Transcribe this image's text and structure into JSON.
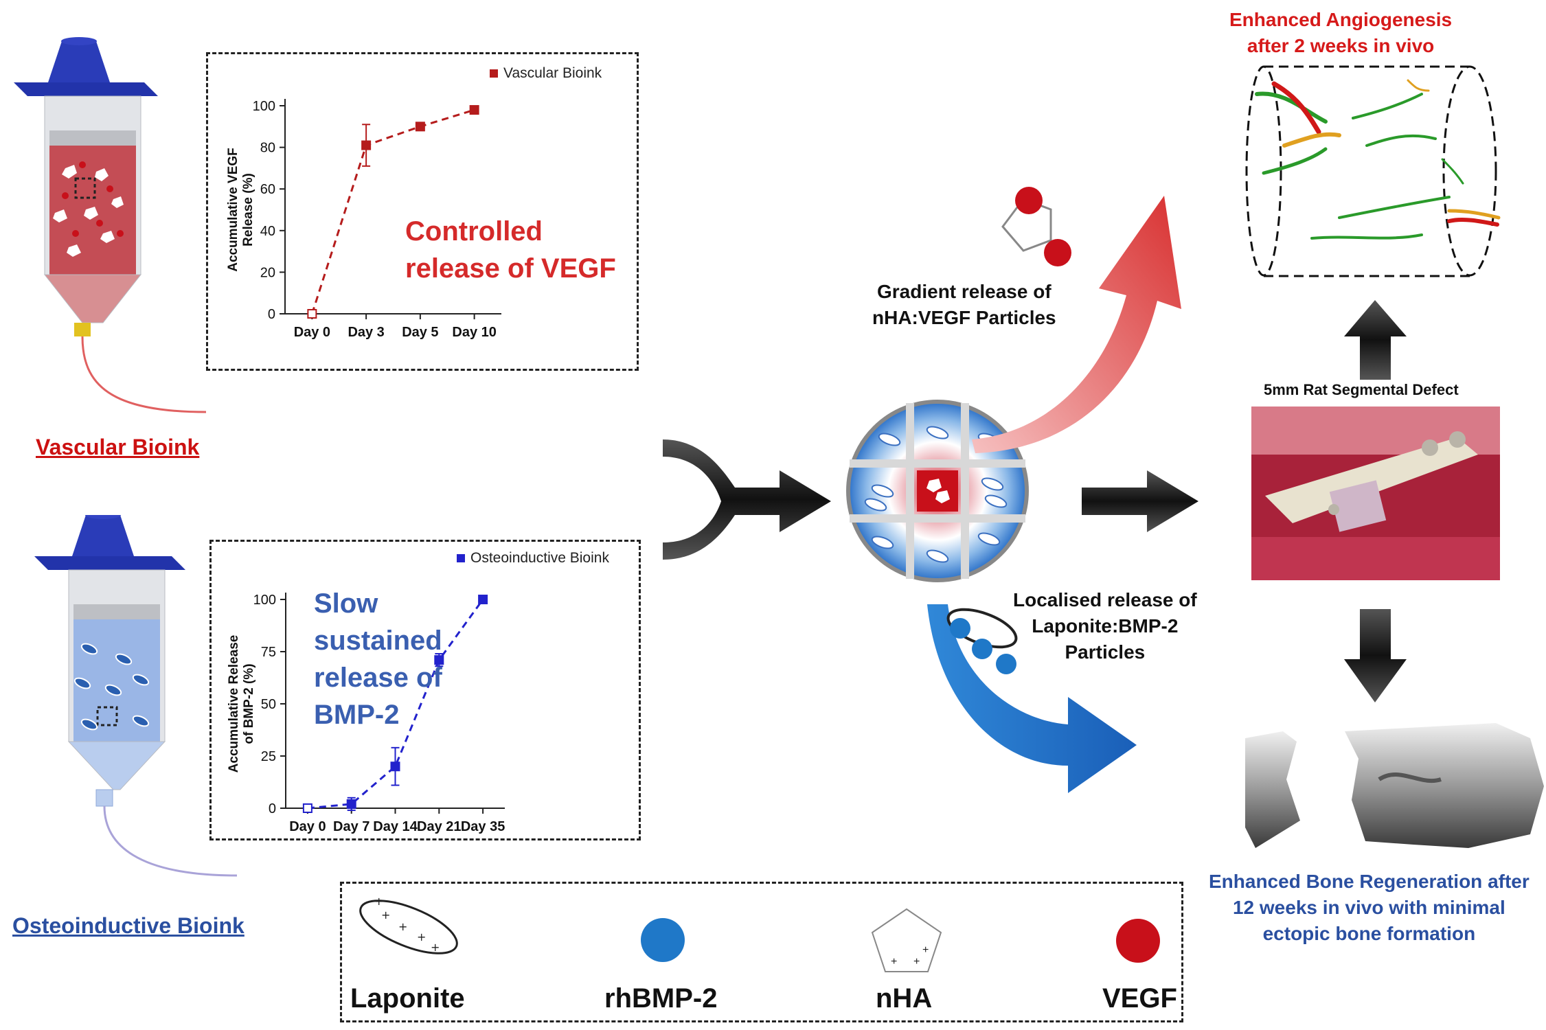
{
  "left": {
    "vascular_title": "Vascular Bioink",
    "osteo_title": "Osteoinductive Bioink"
  },
  "chart_vegf_callout": [
    "Controlled",
    "release of VEGF"
  ],
  "chart_bmp_callout": [
    "Slow",
    "sustained",
    "release of",
    "BMP-2"
  ],
  "center": {
    "gradient_label": [
      "Gradient release of",
      "nHA:VEGF Particles"
    ],
    "localised_label": [
      "Localised release of",
      "Laponite:BMP-2",
      "Particles"
    ]
  },
  "right": {
    "angiogenesis_title": [
      "Enhanced Angiogenesis",
      "after 2 weeks in vivo"
    ],
    "defect_title": "5mm Rat Segmental Defect",
    "bone_title": [
      "Enhanced Bone Regeneration after",
      "12 weeks in vivo with minimal",
      "ectopic bone formation"
    ]
  },
  "legend": {
    "items": [
      {
        "label": "Laponite",
        "icon": "laponite-ring-icon"
      },
      {
        "label": "rhBMP-2",
        "icon": "blue-dot-icon"
      },
      {
        "label": "nHA",
        "icon": "pentagon-icon"
      },
      {
        "label": "VEGF",
        "icon": "red-dot-icon"
      }
    ]
  },
  "colors": {
    "red": "#c8101a",
    "blue": "#1f78c8",
    "vascular_link": "#cc1111",
    "osteo_link": "#2a4fa0"
  },
  "chart_data": [
    {
      "type": "line",
      "series": [
        {
          "name": "Vascular Bioink",
          "values": [
            0,
            81,
            90,
            98
          ],
          "error": [
            0,
            10,
            1,
            1
          ]
        }
      ],
      "categories": [
        "Day 0",
        "Day 3",
        "Day 5",
        "Day 10"
      ],
      "ylabel": "Accumulative VEGF Release (%)",
      "ylim": [
        0,
        100
      ],
      "yticks": [
        0,
        20,
        40,
        60,
        80,
        100
      ],
      "color": "#b51c1c",
      "legend": "top-right",
      "grid": false
    },
    {
      "type": "line",
      "series": [
        {
          "name": "Osteoinductive Bioink",
          "values": [
            0,
            2,
            20,
            71,
            100
          ],
          "error": [
            0,
            3,
            9,
            3,
            0
          ]
        }
      ],
      "categories": [
        "Day 0",
        "Day 7",
        "Day 14",
        "Day 21",
        "Day 35"
      ],
      "ylabel": "Accumulative Release of BMP-2 (%)",
      "ylim": [
        0,
        100
      ],
      "yticks": [
        0,
        25,
        50,
        75,
        100
      ],
      "color": "#2222cc",
      "legend": "top-right",
      "grid": false
    }
  ]
}
